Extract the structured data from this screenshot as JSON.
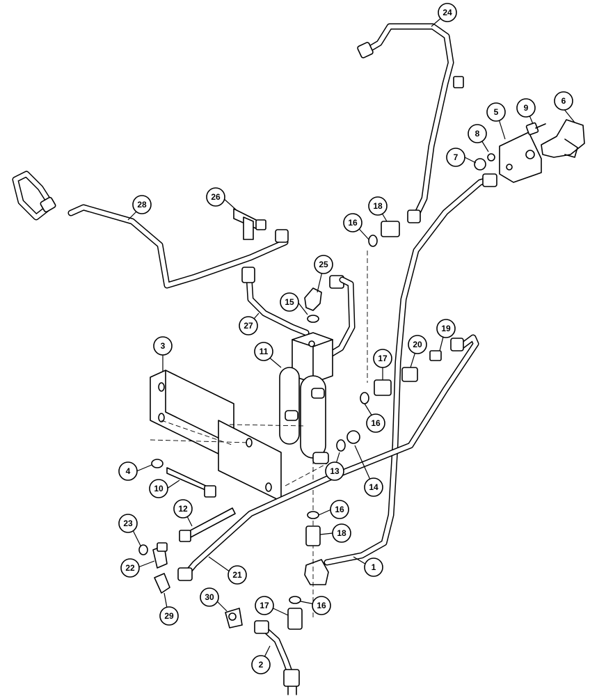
{
  "callouts": [
    {
      "id": "c24",
      "label": "24"
    },
    {
      "id": "c6",
      "label": "6"
    },
    {
      "id": "c9",
      "label": "9"
    },
    {
      "id": "c5",
      "label": "5"
    },
    {
      "id": "c8",
      "label": "8"
    },
    {
      "id": "c7",
      "label": "7"
    },
    {
      "id": "c28",
      "label": "28"
    },
    {
      "id": "c26",
      "label": "26"
    },
    {
      "id": "c18a",
      "label": "18"
    },
    {
      "id": "c16a",
      "label": "16"
    },
    {
      "id": "c25",
      "label": "25"
    },
    {
      "id": "c15",
      "label": "15"
    },
    {
      "id": "c27",
      "label": "27"
    },
    {
      "id": "c3",
      "label": "3"
    },
    {
      "id": "c11",
      "label": "11"
    },
    {
      "id": "c19",
      "label": "19"
    },
    {
      "id": "c20",
      "label": "20"
    },
    {
      "id": "c17a",
      "label": "17"
    },
    {
      "id": "c16b",
      "label": "16"
    },
    {
      "id": "c4",
      "label": "4"
    },
    {
      "id": "c10",
      "label": "10"
    },
    {
      "id": "c13",
      "label": "13"
    },
    {
      "id": "c14",
      "label": "14"
    },
    {
      "id": "c12",
      "label": "12"
    },
    {
      "id": "c16c",
      "label": "16"
    },
    {
      "id": "c23",
      "label": "23"
    },
    {
      "id": "c18b",
      "label": "18"
    },
    {
      "id": "c22",
      "label": "22"
    },
    {
      "id": "c21",
      "label": "21"
    },
    {
      "id": "c1",
      "label": "1"
    },
    {
      "id": "c30",
      "label": "30"
    },
    {
      "id": "c16d",
      "label": "16"
    },
    {
      "id": "c17b",
      "label": "17"
    },
    {
      "id": "c29",
      "label": "29"
    },
    {
      "id": "c2",
      "label": "2"
    }
  ]
}
